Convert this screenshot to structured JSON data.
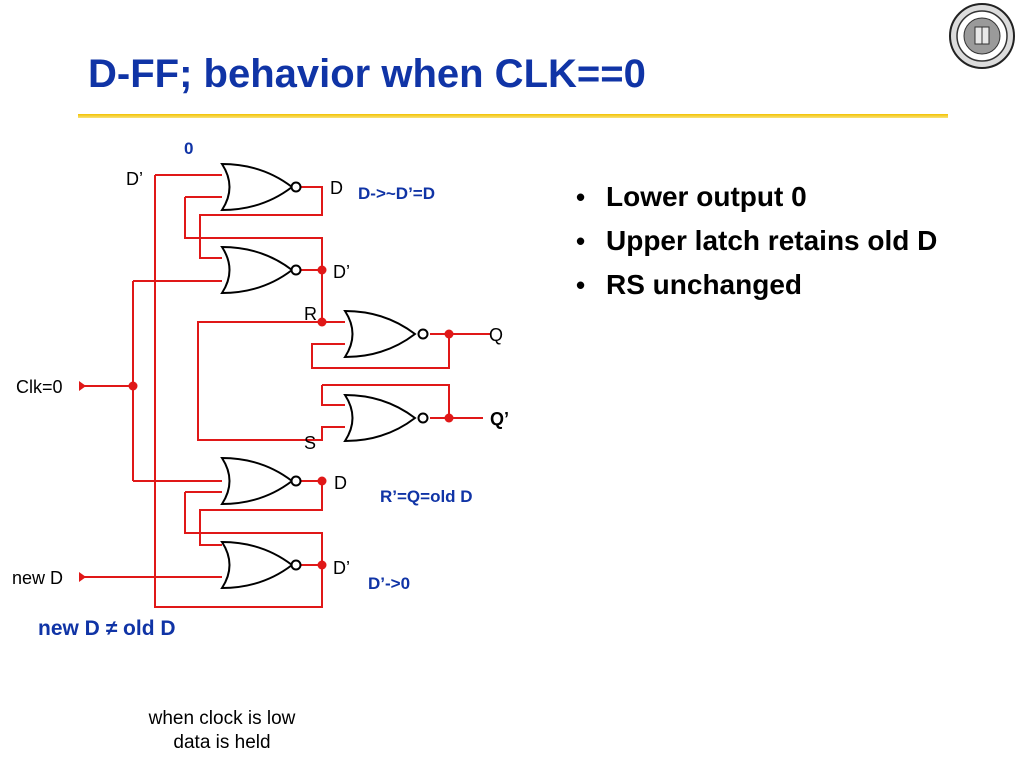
{
  "slide": {
    "title": "D-FF; behavior when CLK==0"
  },
  "circuit": {
    "top_input_value": "0",
    "labels": {
      "d_prime_top_left": "D’",
      "d_top": "D",
      "d_prime_upper_mid": "D’",
      "r": "R",
      "q": "Q",
      "q_prime": "Q’",
      "s": "S",
      "d_lower": "D",
      "d_prime_bottom": "D’",
      "clk": "Clk=0",
      "new_d": "new D"
    },
    "annotations": {
      "upper_latch": "D->~D’=D",
      "rs_state": "R’=Q=old D",
      "lower_latch": "D’->0"
    }
  },
  "bullets": [
    "Lower output 0",
    "Upper latch retains old D",
    "RS unchanged"
  ],
  "condition": {
    "prefix": "new D ",
    "symbol": "≠",
    "suffix": " old D"
  },
  "caption": {
    "line1": "when clock is low",
    "line2": "data is held"
  },
  "colors": {
    "title": "#1034a6",
    "wire": "#e01818",
    "rule": "#f3c200"
  }
}
